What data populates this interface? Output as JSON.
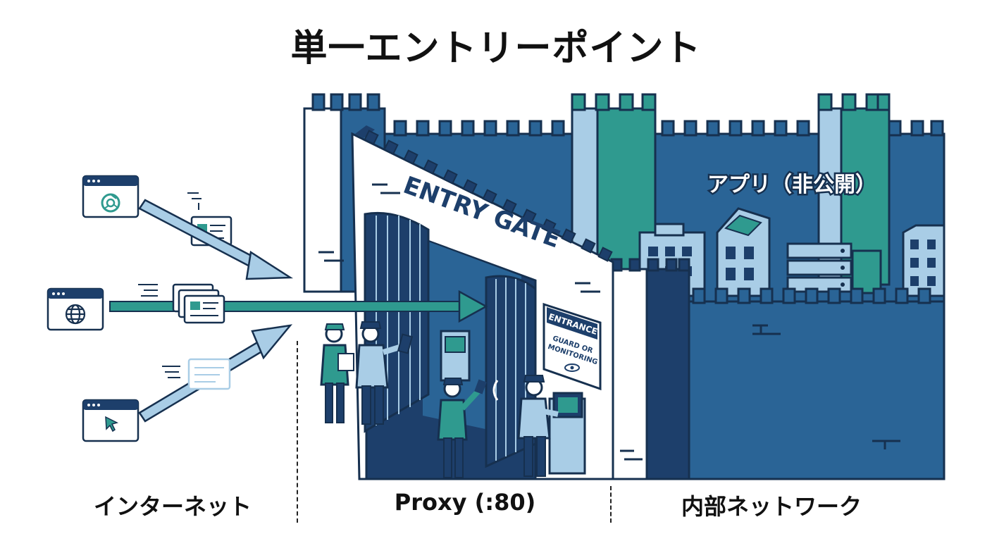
{
  "title": "単一エントリーポイント",
  "labels": {
    "internet": "インターネット",
    "proxy": "Proxy (:80)",
    "internal": "内部ネットワーク",
    "apps": "アプリ（非公開）"
  },
  "gate": {
    "banner": "ENTRY GATE",
    "sign_title": "ENTRANCE",
    "sign_line1": "GUARD OR",
    "sign_line2": "MONITORING"
  },
  "clients": [
    {
      "icon": "chrome-icon"
    },
    {
      "icon": "globe-icon"
    },
    {
      "icon": "cursor-icon"
    }
  ],
  "colors": {
    "navy": "#1d3f6b",
    "wall_blue": "#2a6496",
    "teal": "#2f9a8f",
    "light_blue": "#a9cde6",
    "outline": "#16304f"
  }
}
